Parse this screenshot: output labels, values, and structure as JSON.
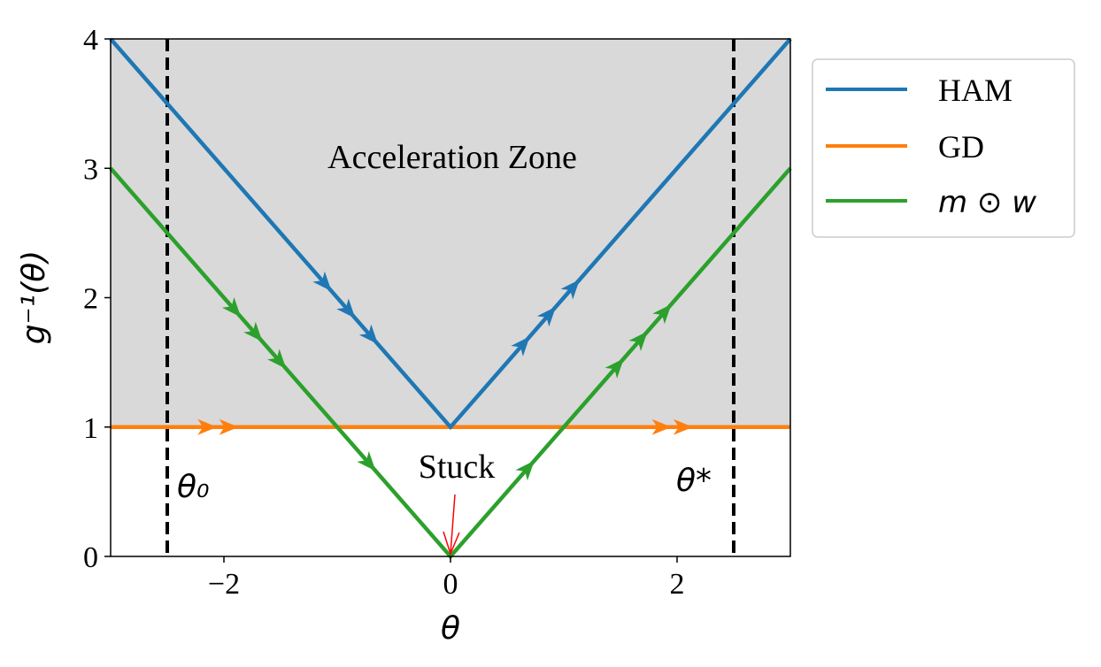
{
  "chart_data": {
    "type": "line",
    "xlabel": "θ",
    "ylabel": "g⁻¹(θ)",
    "xlim": [
      -3,
      3
    ],
    "ylim": [
      0,
      4
    ],
    "xticks": [
      {
        "v": -2,
        "label": "−2"
      },
      {
        "v": 0,
        "label": "0"
      },
      {
        "v": 2,
        "label": "2"
      }
    ],
    "yticks": [
      {
        "v": 0,
        "label": "0"
      },
      {
        "v": 1,
        "label": "1"
      },
      {
        "v": 2,
        "label": "2"
      },
      {
        "v": 3,
        "label": "3"
      },
      {
        "v": 4,
        "label": "4"
      }
    ],
    "shaded_region": {
      "label": "Acceleration Zone",
      "y_from": 1,
      "y_to": 4,
      "color": "#d9d9d9"
    },
    "series": [
      {
        "name": "HAM",
        "color": "#1f77b4",
        "x": [
          -3,
          0,
          3
        ],
        "y": [
          4,
          1,
          4
        ],
        "arrows_x": [
          -1.05,
          -0.84,
          -0.64,
          0.7,
          0.93,
          1.14
        ]
      },
      {
        "name": "GD",
        "color": "#ff7f0e",
        "x": [
          -3,
          3
        ],
        "y": [
          1,
          1
        ],
        "arrows_x": [
          -2.06,
          -1.87,
          1.95,
          2.14
        ]
      },
      {
        "name": "m ⊙ w",
        "color": "#2ca02c",
        "x": [
          -3,
          0,
          3
        ],
        "y": [
          3,
          0,
          3
        ],
        "arrows_x": [
          -1.85,
          -1.66,
          -1.45,
          -0.66,
          0.74,
          1.53,
          1.74,
          1.95
        ]
      }
    ],
    "vlines": [
      {
        "x": -2.5,
        "label": "θ₀"
      },
      {
        "x": 2.5,
        "label": "θ*"
      }
    ],
    "annotation": {
      "text": "Stuck",
      "x": 0,
      "y": 0,
      "color": "#ff0000"
    },
    "legend": {
      "placement": "outside-right"
    }
  }
}
